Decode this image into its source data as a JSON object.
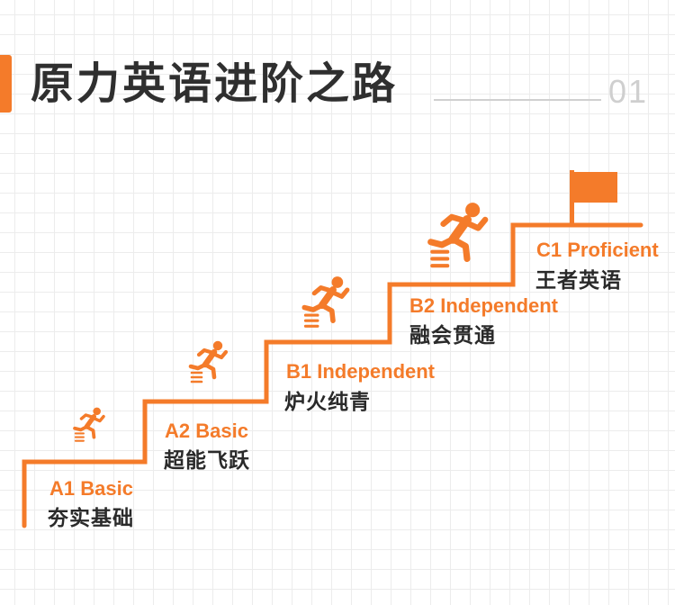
{
  "header": {
    "title": "原力英语进阶之路",
    "section_number": "01"
  },
  "colors": {
    "accent": "#f47b2a",
    "text": "#2a2a2a",
    "muted": "#cfcfcf"
  },
  "steps": [
    {
      "level": "A1 Basic",
      "desc": "夯实基础",
      "icon": "runner-icon"
    },
    {
      "level": "A2 Basic",
      "desc": "超能飞跃",
      "icon": "runner-icon"
    },
    {
      "level": "B1 Independent",
      "desc": "炉火纯青",
      "icon": "runner-icon"
    },
    {
      "level": "B2 Independent",
      "desc": "融会贯通",
      "icon": "runner-icon"
    },
    {
      "level": "C1 Proficient",
      "desc": "王者英语",
      "icon": "flag-icon"
    }
  ]
}
